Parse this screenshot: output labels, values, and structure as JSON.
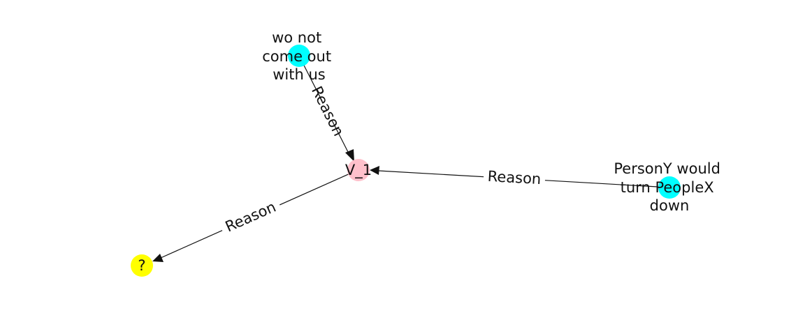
{
  "diagram": {
    "type": "directed-graph",
    "nodes": [
      {
        "id": "v1",
        "label": "V_1",
        "color": "#ffc0cb"
      },
      {
        "id": "a",
        "label_lines": [
          "wo not",
          "come out",
          "with us"
        ],
        "color": "#00ffff"
      },
      {
        "id": "b",
        "label_lines": [
          "PersonY would",
          "turn PeopleX",
          "down"
        ],
        "color": "#00ffff"
      },
      {
        "id": "q",
        "label": "?",
        "color": "#ffff00"
      }
    ],
    "edges": [
      {
        "from": "a",
        "to": "v1",
        "label": "Reason"
      },
      {
        "from": "b",
        "to": "v1",
        "label": "Reason"
      },
      {
        "from": "v1",
        "to": "q",
        "label": "Reason"
      }
    ]
  }
}
